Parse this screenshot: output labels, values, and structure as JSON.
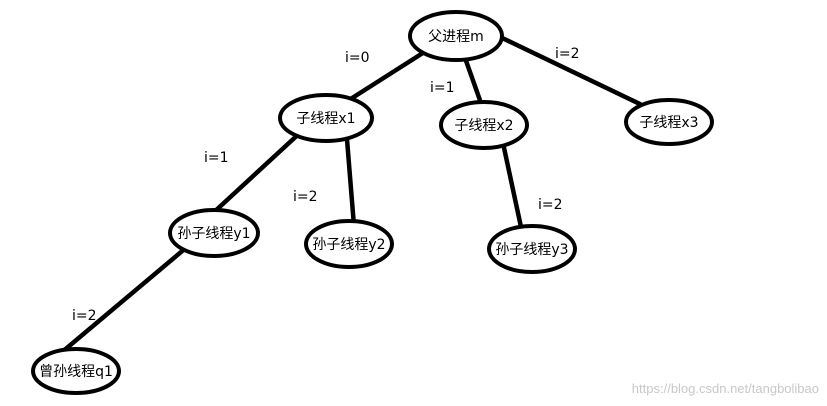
{
  "diagram": {
    "nodes": [
      {
        "id": "m",
        "label": "父进程m"
      },
      {
        "id": "x1",
        "label": "子线程x1"
      },
      {
        "id": "x2",
        "label": "子线程x2"
      },
      {
        "id": "x3",
        "label": "子线程x3"
      },
      {
        "id": "y1",
        "label": "孙子线程y1"
      },
      {
        "id": "y2",
        "label": "孙子线程y2"
      },
      {
        "id": "y3",
        "label": "孙子线程y3"
      },
      {
        "id": "q1",
        "label": "曾孙线程q1"
      }
    ],
    "edges": [
      {
        "from": "m",
        "to": "x1",
        "label": "i=0"
      },
      {
        "from": "m",
        "to": "x2",
        "label": "i=1"
      },
      {
        "from": "m",
        "to": "x3",
        "label": "i=2"
      },
      {
        "from": "x1",
        "to": "y1",
        "label": "i=1"
      },
      {
        "from": "x1",
        "to": "y2",
        "label": "i=2"
      },
      {
        "from": "x2",
        "to": "y3",
        "label": "i=2"
      },
      {
        "from": "y1",
        "to": "q1",
        "label": "i=2"
      }
    ]
  },
  "watermark": "https://blog.csdn.net/tangbolibao"
}
